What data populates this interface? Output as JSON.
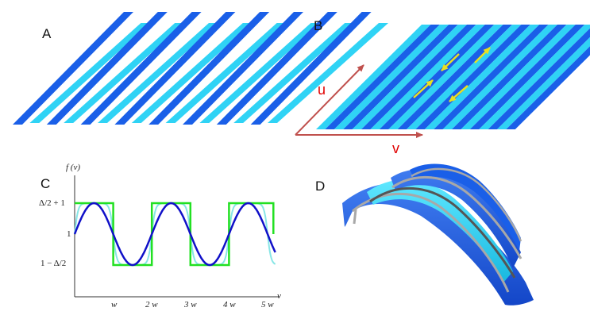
{
  "panels": {
    "a": {
      "letter": "A"
    },
    "b": {
      "letter": "B",
      "u_label": "u",
      "v_label": "v"
    },
    "c": {
      "letter": "C",
      "y_axis_label": "f (v)",
      "x_axis_label": "v",
      "y_ticks": [
        "Δ/2 + 1",
        "1",
        "1 − Δ/2"
      ],
      "x_ticks": [
        "w",
        "2 w",
        "3 w",
        "4 w",
        "5 w"
      ]
    },
    "d": {
      "letter": "D"
    }
  },
  "colors": {
    "stripe_dark": "#1a5fe8",
    "stripe_light": "#2fd3f5",
    "vector_arrow": "#c0504d",
    "flow_arrow": "#e8e020",
    "curve_sine": "#1010c8",
    "curve_square": "#22e022",
    "curve_light": "#88e6e6",
    "rail_grey": "#a8a8a8"
  }
}
